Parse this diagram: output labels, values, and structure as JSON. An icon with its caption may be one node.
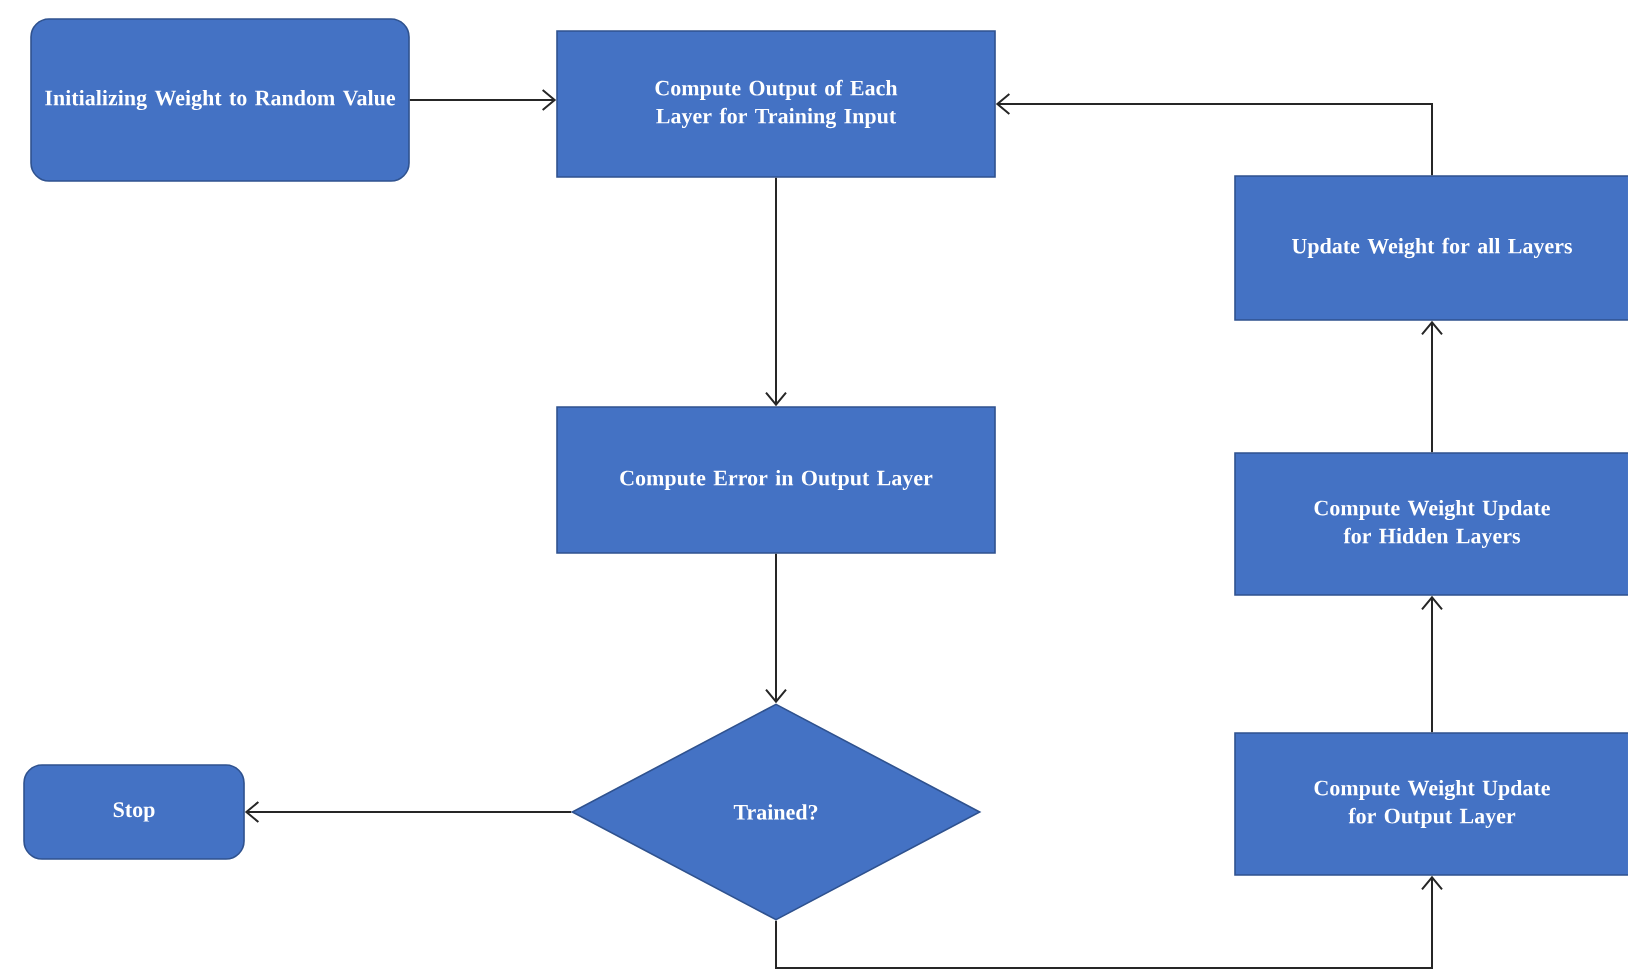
{
  "diagram": {
    "nodes": [
      {
        "text": [
          "Initializing Weight to Random Value"
        ]
      },
      {
        "text": [
          "Compute Output of Each Layer for Training Input"
        ]
      },
      {
        "text": [
          "Update Weight for all Layers"
        ]
      },
      {
        "text": [
          "Compute Error in Output Layer"
        ]
      },
      {
        "text": [
          "Compute Weight Update for Hidden Layers"
        ]
      },
      {
        "text": [
          "Trained?"
        ]
      },
      {
        "text": [
          "Stop"
        ]
      },
      {
        "text": [
          "Compute Weight Update for Output Layer"
        ]
      }
    ],
    "edges": [
      {
        "from": 0,
        "to": 1,
        "arrow": "to"
      },
      {
        "from": 1,
        "to": 3,
        "arrow": "to"
      },
      {
        "from": 3,
        "to": 5,
        "arrow": "to"
      },
      {
        "from": 5,
        "to": 6,
        "arrow": "to"
      },
      {
        "from": 5,
        "to": 7,
        "arrow": "to"
      },
      {
        "from": 7,
        "to": 4,
        "arrow": "to"
      },
      {
        "from": 4,
        "to": 2,
        "arrow": "to"
      },
      {
        "from": 2,
        "to": 1,
        "arrow": "to"
      }
    ]
  }
}
